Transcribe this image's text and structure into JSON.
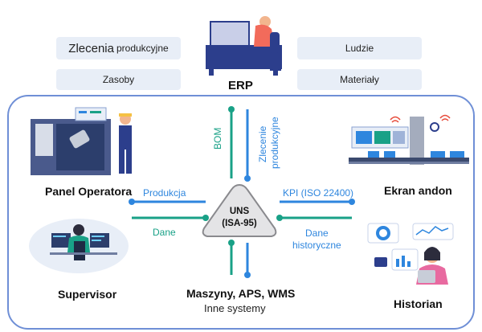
{
  "top_tags": {
    "zlecenia_big": "Zlecenia",
    "zlecenia_small": "produkcyjne",
    "ludzie": "Ludzie",
    "zasoby": "Zasoby",
    "materialy": "Materiały"
  },
  "erp_label": "ERP",
  "center": {
    "line1": "UNS",
    "line2": "(ISA-95)"
  },
  "nodes": {
    "panel": "Panel Operatora",
    "andon": "Ekran andon",
    "supervisor": "Supervisor",
    "historian": "Historian",
    "machines_title": "Maszyny, APS, WMS",
    "machines_sub": "Inne systemy"
  },
  "flows": {
    "bom": "BOM",
    "zlecenie_1": "Zlecenie",
    "zlecenie_2": "produkcyjne",
    "produkcja": "Produkcja",
    "dane": "Dane",
    "kpi": "KPI (ISO 22400)",
    "dane_hist_1": "Dane",
    "dane_hist_2": "historyczne"
  },
  "colors": {
    "blue": "#2e86de",
    "green": "#19a187",
    "frame": "#6f8fd6",
    "tag_bg": "#e8eef7"
  }
}
